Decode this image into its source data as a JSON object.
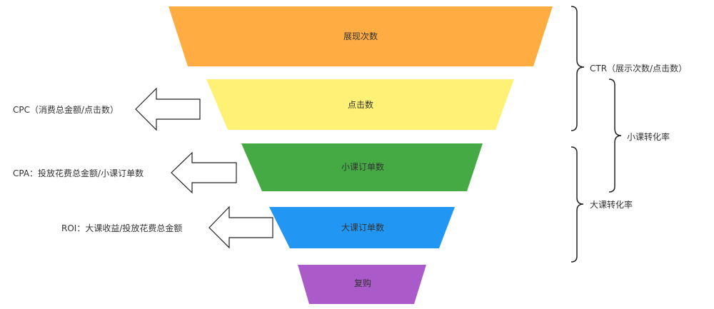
{
  "funnel": {
    "stages": [
      {
        "label": "展现次数",
        "color": "#FFAD43"
      },
      {
        "label": "点击数",
        "color": "#FFF176"
      },
      {
        "label": "小课订单数",
        "color": "#45A944"
      },
      {
        "label": "大课订单数",
        "color": "#2196F3"
      },
      {
        "label": "复购",
        "color": "#AB5AC9"
      }
    ]
  },
  "left_metrics": {
    "cpc": "CPC（消费总金额/点击数）",
    "cpa": "CPA：投放花费总金额/小课订单数",
    "roi": "ROI：大课收益/投放花费总金额"
  },
  "right_metrics": {
    "ctr": "CTR（展示次数/点击数）",
    "small_conversion": "小课转化率",
    "big_conversion": "大课转化率"
  }
}
